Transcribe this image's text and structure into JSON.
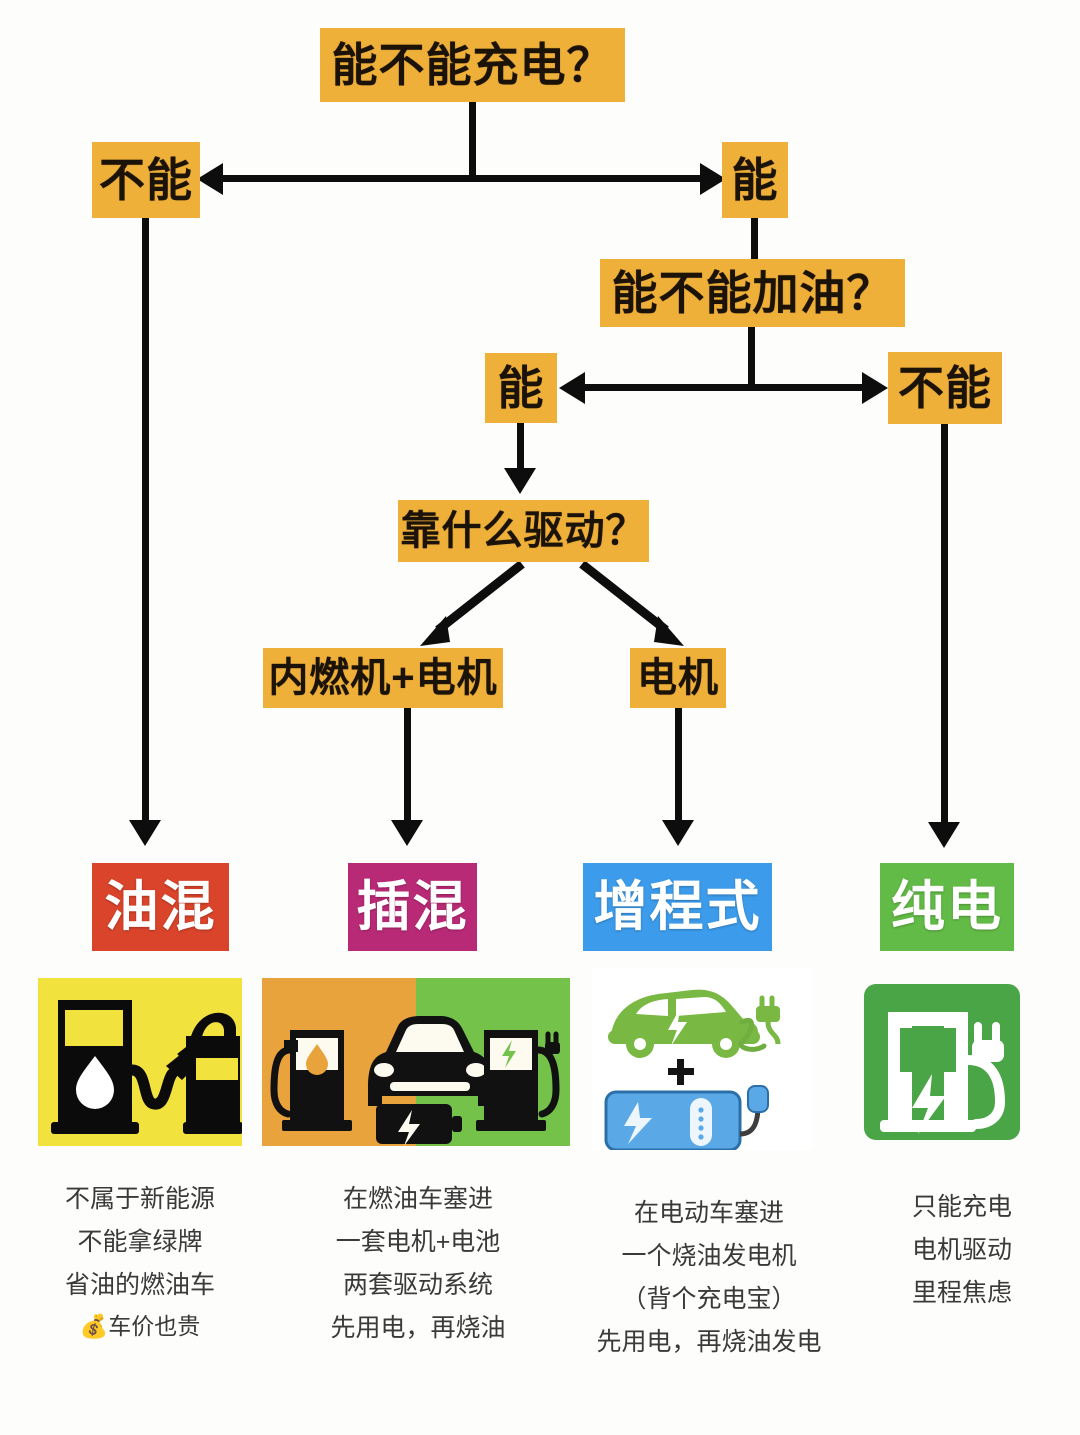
{
  "title": "能不能充电？",
  "colors": {
    "decision_box": "#efb03a",
    "hev": "#d9442b",
    "phev": "#b92a76",
    "erev": "#3c9bea",
    "bev": "#62bb46",
    "connector": "#0d0d0d"
  },
  "nodes": {
    "root_question": "能不能充电？",
    "root_no": "不能",
    "root_yes": "能",
    "fuel_question": "能不能加油？",
    "fuel_yes": "能",
    "fuel_no": "不能",
    "drive_question": "靠什么驱动？",
    "drive_ice_motor": "内燃机+电机",
    "drive_motor": "电机"
  },
  "results": [
    {
      "label": "油混",
      "color": "#d9442b",
      "illustration": "fuel-pump-yellow-icon",
      "caption": [
        "不属于新能源",
        "不能拿绿牌",
        "省油的燃油车",
        "💰车价也贵"
      ]
    },
    {
      "label": "插混",
      "color": "#b92a76",
      "illustration": "fuel-and-charge-station-car-icon",
      "caption": [
        "在燃油车塞进",
        "一套电机+电池",
        "两套驱动系统",
        "先用电，再烧油"
      ]
    },
    {
      "label": "增程式",
      "color": "#3c9bea",
      "illustration": "green-car-plus-powerbank-icon",
      "caption": [
        "在电动车塞进",
        "一个烧油发电机",
        "（背个充电宝）",
        "先用电，再烧油发电"
      ]
    },
    {
      "label": "纯电",
      "color": "#62bb46",
      "illustration": "ev-charging-station-green-icon",
      "caption": [
        "只能充电",
        "电机驱动",
        "里程焦虑"
      ]
    }
  ],
  "illustration_plus_sign": "+"
}
